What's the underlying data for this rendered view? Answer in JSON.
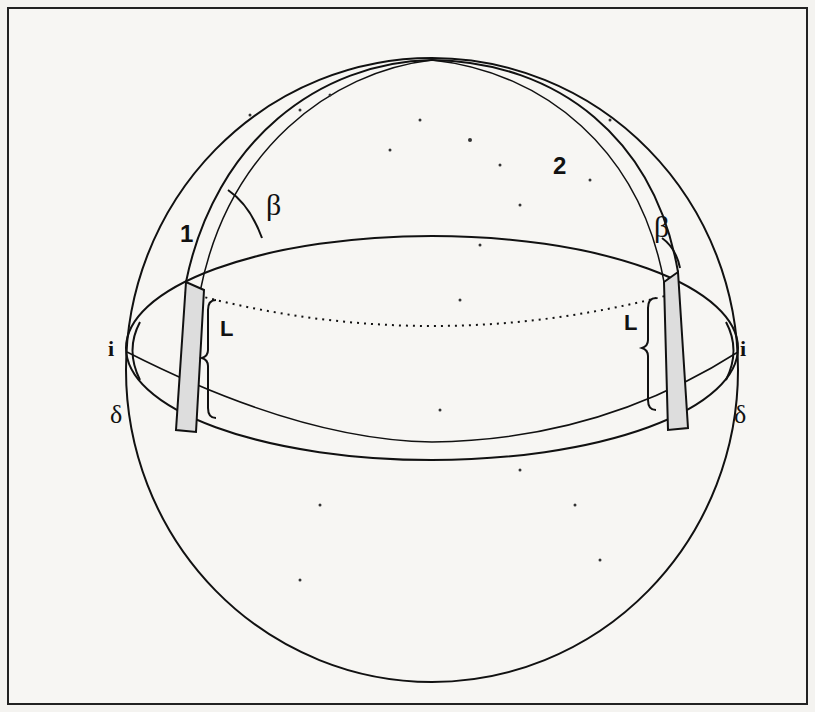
{
  "diagram": {
    "labels": [
      "1",
      "β",
      "2",
      "β",
      "i",
      "L",
      "L",
      "i",
      "δ",
      "δ"
    ]
  }
}
